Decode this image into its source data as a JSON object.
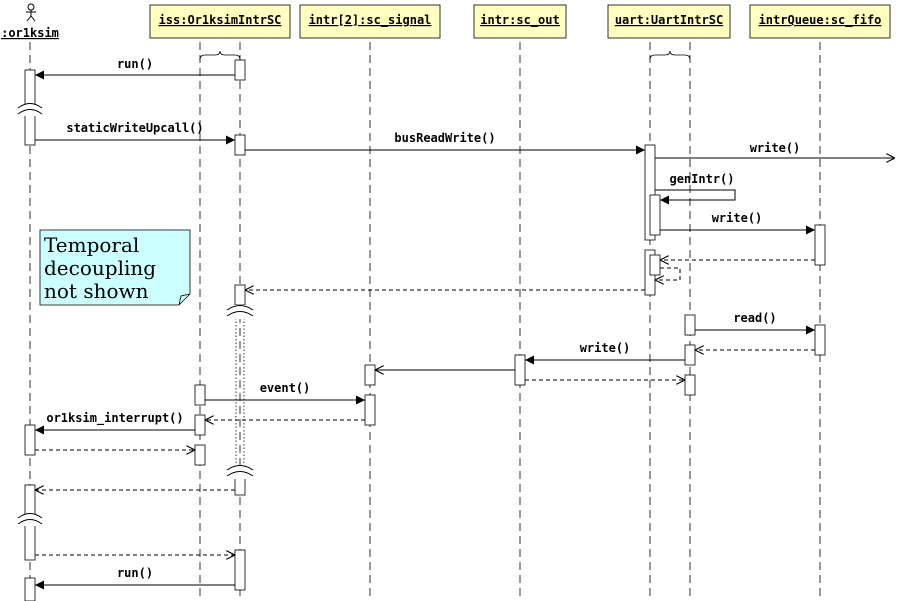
{
  "actor": {
    "name": ":or1ksim"
  },
  "lifelines": [
    {
      "name": "iss:Or1ksimIntrSC"
    },
    {
      "name": "intr[2]:sc_signal"
    },
    {
      "name": "intr:sc_out"
    },
    {
      "name": "uart:UartIntrSC"
    },
    {
      "name": "intrQueue:sc_fifo"
    }
  ],
  "messages": {
    "run_1": "run()",
    "static_write_upcall": "staticWriteUpcall()",
    "bus_read_write": "busReadWrite()",
    "write_out": "write()",
    "gen_intr": "genIntr()",
    "write_fifo": "write()",
    "read_fifo": "read()",
    "write_signal": "write()",
    "event": "event()",
    "interrupt": "or1ksim_interrupt()",
    "run_2": "run()"
  },
  "note": {
    "lines": [
      "Temporal",
      "decoupling",
      "not shown"
    ],
    "color": "#ccffff"
  },
  "colors": {
    "header_fill": "#ffffc0",
    "line": "#000000"
  }
}
